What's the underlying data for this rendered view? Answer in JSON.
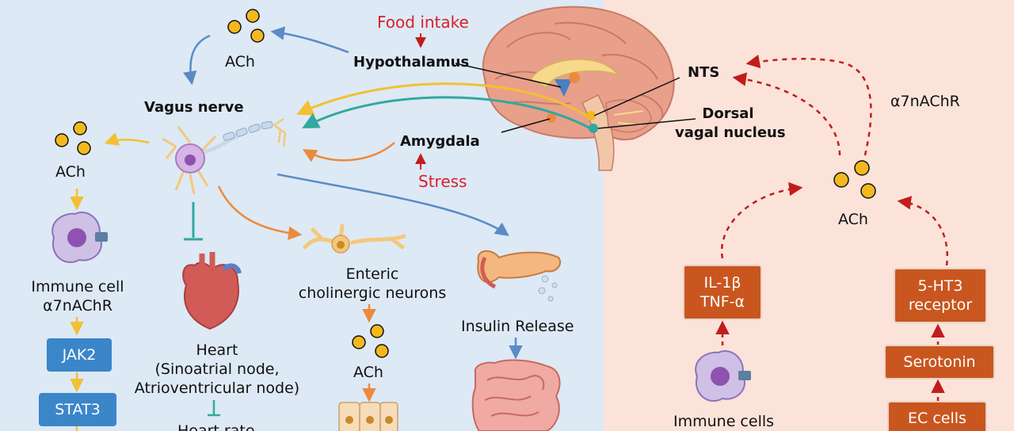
{
  "colors": {
    "left_bg": "#dde9f5",
    "right_bg": "#fbe3da",
    "ach_dot": "#f4b81e",
    "blue_arrow": "#5b8bc6",
    "orange_arrow": "#ec8a3c",
    "yellow_arrow": "#f1c033",
    "teal_arrow": "#32a8a0",
    "red_dashed": "#c11d1d",
    "blue_box": "#3b86c9",
    "orange_box": "#c9561f"
  },
  "brain": {
    "food_intake": "Food intake",
    "hypothalamus": "Hypothalamus",
    "amygdala": "Amygdala",
    "stress": "Stress",
    "nts": "NTS",
    "dorsal_vagal_line1": "Dorsal",
    "dorsal_vagal_line2": "vagal nucleus"
  },
  "vagus": {
    "label": "Vagus nerve",
    "ach_top": "ACh",
    "ach_left": "ACh"
  },
  "immune_path": {
    "cell_line1": "Immune cell",
    "cell_line2": "α7nAChR",
    "jak2": "JAK2",
    "stat3": "STAT3"
  },
  "heart": {
    "line1": "Heart",
    "line2": "(Sinoatrial node,",
    "line3": "Atrioventricular node)",
    "rate": "Heart rate"
  },
  "enteric": {
    "line1": "Enteric",
    "line2": "cholinergic neurons",
    "ach": "ACh"
  },
  "pancreas": {
    "insulin": "Insulin Release"
  },
  "right_panel": {
    "receptor": "α7nAChR",
    "ach": "ACh",
    "cytokines_line1": "IL-1β",
    "cytokines_line2": "TNF-α",
    "immune_cells": "Immune cells",
    "ht3_line1": "5-HT3",
    "ht3_line2": "receptor",
    "serotonin": "Serotonin",
    "ec_cells": "EC cells"
  }
}
